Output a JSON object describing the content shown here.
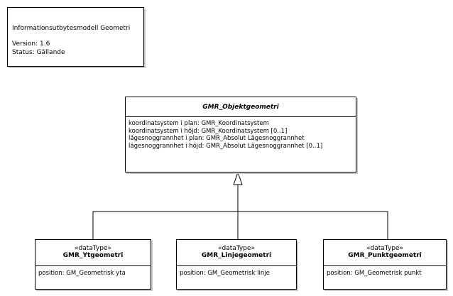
{
  "note": {
    "title": "Informationsutbytesmodell Geometri",
    "version": "Version: 1.6",
    "status": "Status: Gällande"
  },
  "main_class": {
    "name": "GMR_Objektgeometri",
    "attributes": [
      "koordinatsystem i plan: GMR_Koordinatsystem",
      "koordinatsystem i höjd: GMR_Koordinatsystem [0..1]",
      "lägesnoggrannhet i plan: GMR_Absolut Lägesnoggrannhet",
      "lägesnoggrannhet i höjd: GMR_Absolut Lägesnoggrannhet [0..1]"
    ]
  },
  "subclasses": [
    {
      "stereotype": "«dataType»",
      "name": "GMR_Ytgeometri",
      "attribute": "position: GM_Geometrisk yta"
    },
    {
      "stereotype": "«dataType»",
      "name": "GMR_Linjegeometri",
      "attribute": "position: GM_Geometrisk linje"
    },
    {
      "stereotype": "«dataType»",
      "name": "GMR_Punktgeometri",
      "attribute": "position: GM_Geometrisk punkt"
    }
  ]
}
